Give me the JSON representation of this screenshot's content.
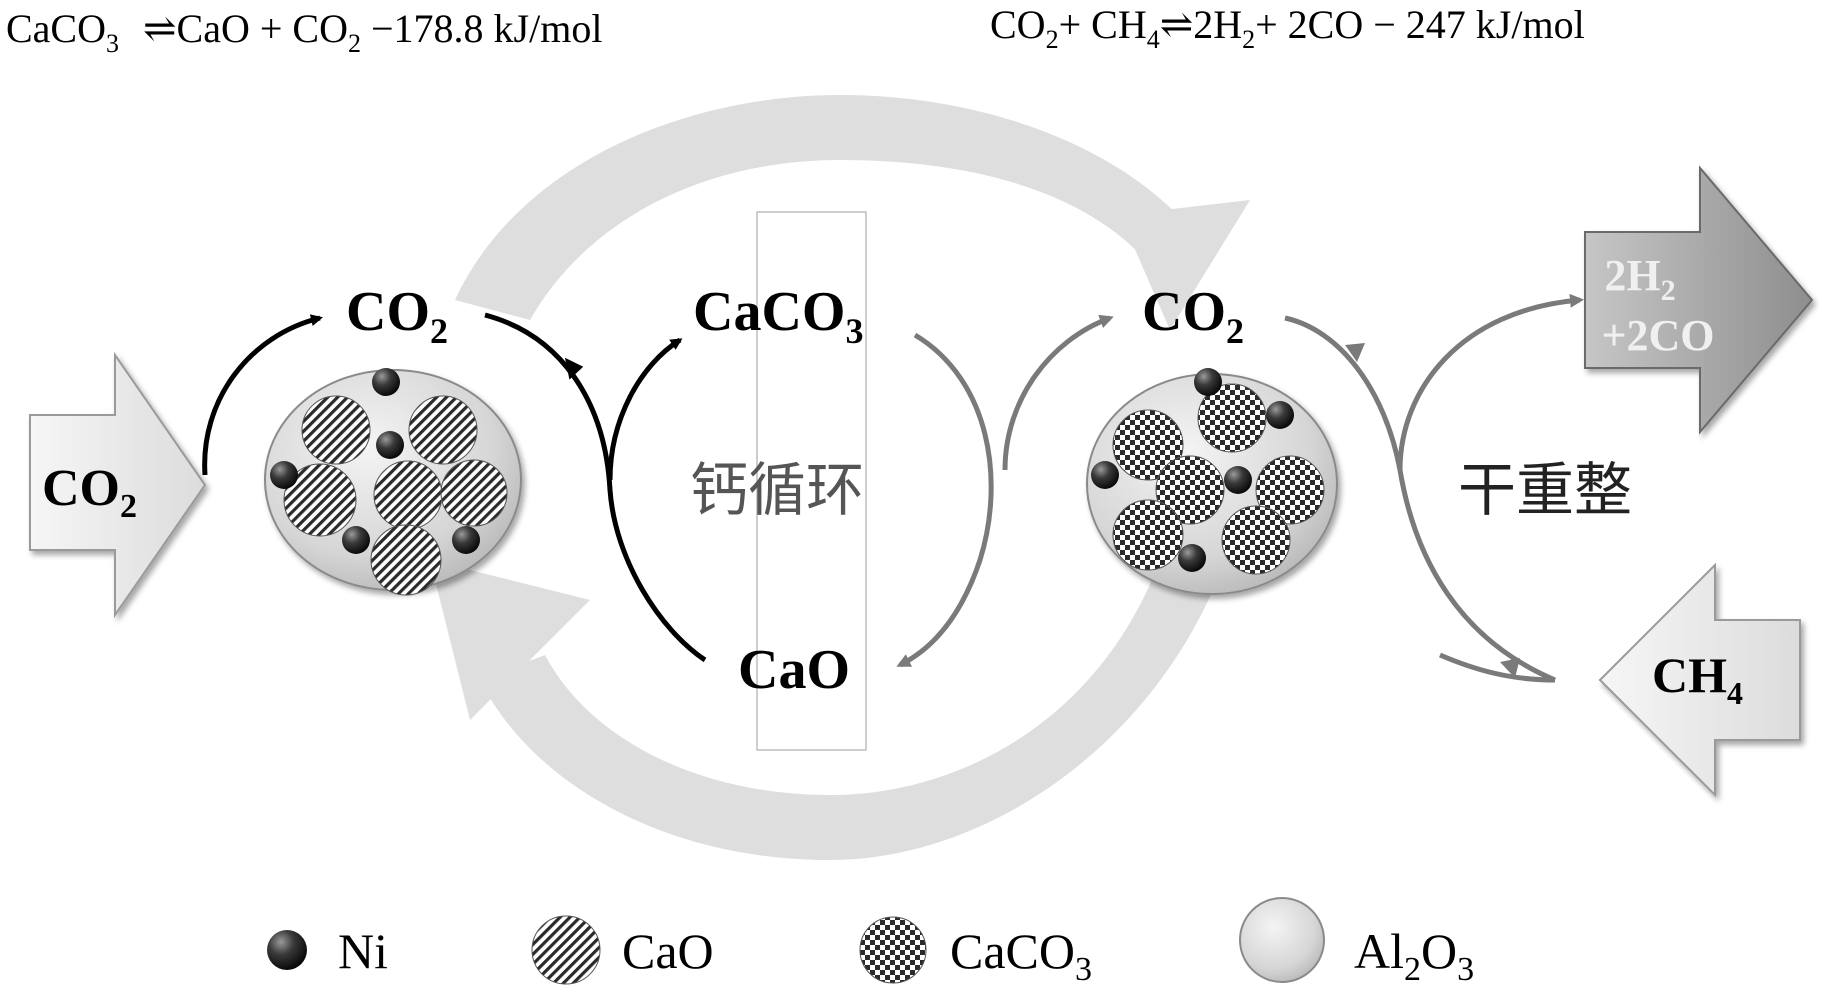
{
  "equations": {
    "calcination": {
      "reactant": "CaCO",
      "reactant_sub": "3",
      "arrow": "⇌",
      "product": "CaO + CO",
      "product_sub": "2",
      "enthalpy": " −178.8 kJ/mol"
    },
    "dry_reforming": {
      "part1": "CO",
      "part1_sub": "2",
      "part2": "+ CH",
      "part2_sub": "4",
      "arrow": "⇌",
      "part3": "2H",
      "part3_sub": "2",
      "part4": "+ 2CO − 247 kJ/mol"
    }
  },
  "labels": {
    "co2_inlet": "CO",
    "co2_inlet_sub": "2",
    "co2_left": "CO",
    "co2_left_sub": "2",
    "caco3_center": "CaCO",
    "caco3_center_sub": "3",
    "cao_center": "CaO",
    "calcium_loop": "钙循环",
    "co2_right": "CO",
    "co2_right_sub": "2",
    "dry_reforming": "干重整",
    "ch4_inlet": "CH",
    "ch4_inlet_sub": "4",
    "product_line1": "2H",
    "product_line1_sub": "2",
    "product_line2": "+2CO"
  },
  "legend": [
    {
      "key": "ni",
      "label": "Ni",
      "sub": ""
    },
    {
      "key": "cao",
      "label": "CaO",
      "sub": ""
    },
    {
      "key": "caco3",
      "label": "CaCO",
      "sub": "3"
    },
    {
      "key": "al2o3",
      "label": "Al",
      "sub": "2",
      "label2": "O",
      "sub2": "3"
    }
  ]
}
